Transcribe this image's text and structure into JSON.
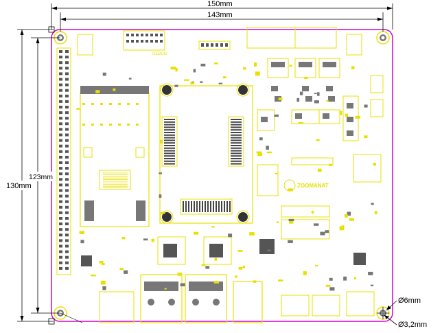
{
  "dimensions": {
    "overall_width": "150mm",
    "hole_pitch_width": "143mm",
    "hole_pitch_height": "123mm",
    "overall_height": "130mm",
    "pad_diameter": "Ø6mm",
    "hole_diameter": "Ø3,2mm"
  },
  "silkscreen": {
    "debug_label": "DEBUG",
    "logo_text": "ZOOMANAT"
  },
  "colors": {
    "board_outline": "#d400d4",
    "silkscreen": "#e8e000",
    "pad": "#777777",
    "dimension_line": "#000000"
  }
}
